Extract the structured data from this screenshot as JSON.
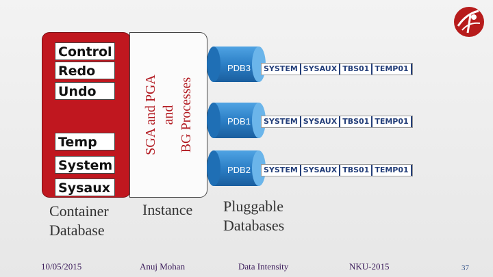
{
  "container": {
    "files": [
      "Control",
      "Redo",
      "Undo",
      "Temp",
      "System",
      "Sysaux"
    ],
    "caption_line1": "Container",
    "caption_line2": "Database"
  },
  "instance": {
    "rotated_line1": "SGA and PGA",
    "rotated_line2": "and",
    "rotated_line3": "BG Processes",
    "caption": "Instance"
  },
  "pluggable": {
    "caption_line1": "Pluggable",
    "caption_line2": "Databases",
    "pdbs": [
      {
        "name": "PDB3",
        "tablespaces": [
          "SYSTEM",
          "SYSAUX",
          "TBS01",
          "TEMP01"
        ]
      },
      {
        "name": "PDB1",
        "tablespaces": [
          "SYSTEM",
          "SYSAUX",
          "TBS01",
          "TEMP01"
        ]
      },
      {
        "name": "PDB2",
        "tablespaces": [
          "SYSTEM",
          "SYSAUX",
          "TBS01",
          "TEMP01"
        ]
      }
    ]
  },
  "footer": {
    "date": "10/05/2015",
    "author": "Anuj Mohan",
    "topic": "Data Intensity",
    "event": "NKU-2015",
    "page": "37"
  },
  "colors": {
    "container_red": "#c0171f",
    "cylinder_blue": "#2c7fc6",
    "tablespace_text": "#233e79"
  },
  "logo": "nku-logo-icon"
}
